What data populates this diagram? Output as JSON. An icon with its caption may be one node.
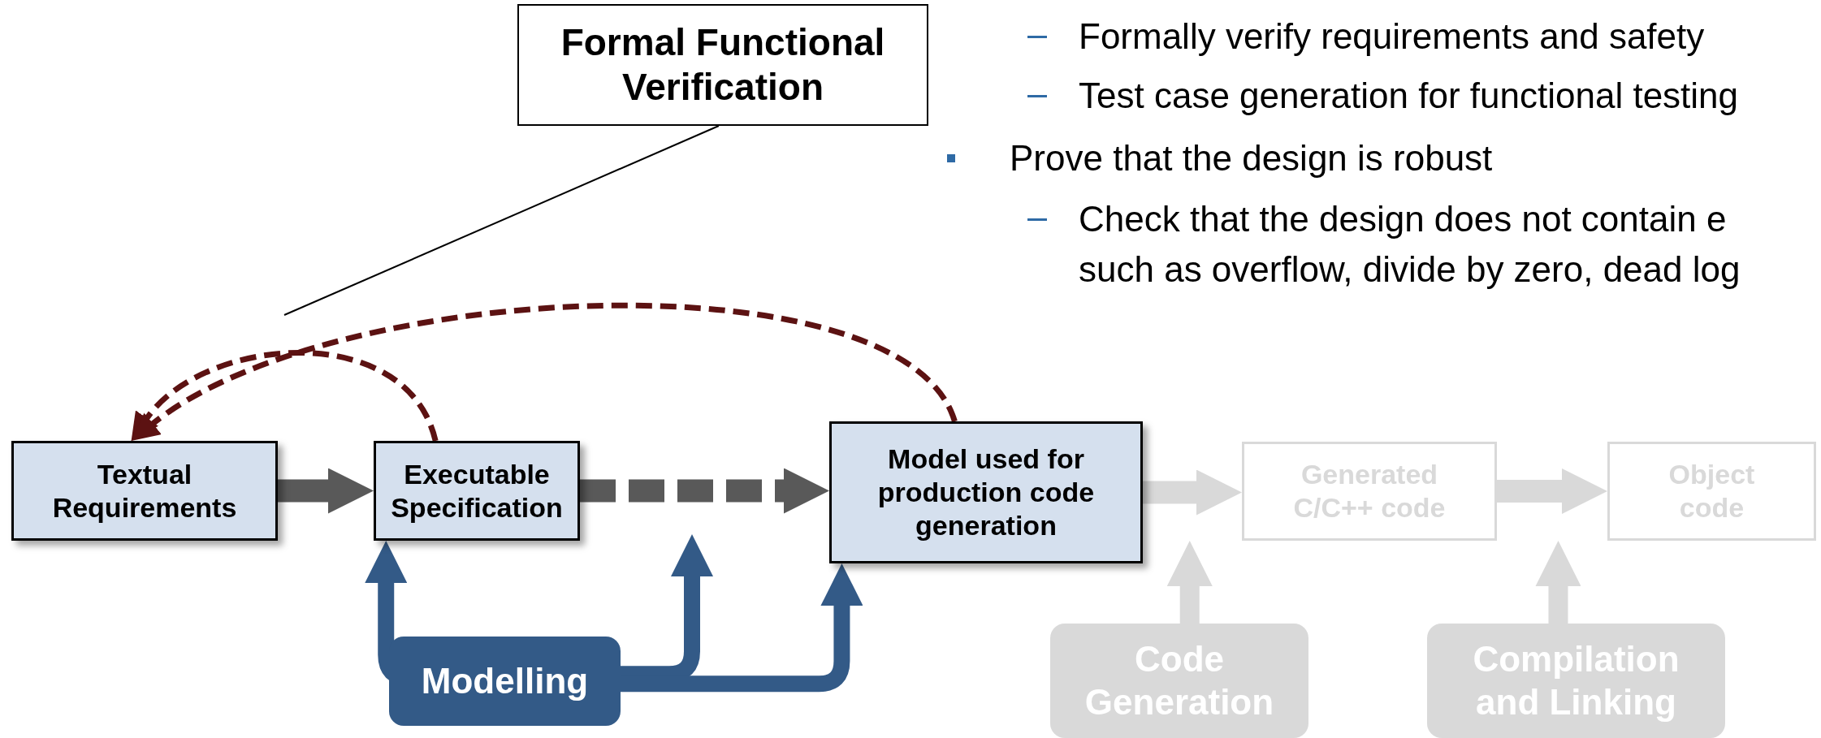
{
  "diagram": {
    "nodes": [
      {
        "text": [
          "Formal Functional Verification"
        ]
      },
      {
        "text": [
          "Textual Requirements"
        ]
      },
      {
        "text": [
          "Executable Specification"
        ]
      },
      {
        "text": [
          "Model used for production code generation"
        ]
      },
      {
        "text": [
          "Generated C/C++ code"
        ]
      },
      {
        "text": [
          "Object code"
        ]
      },
      {
        "text": [
          "Modelling"
        ]
      },
      {
        "text": [
          "Code Generation"
        ]
      },
      {
        "text": [
          "Compilation and Linking"
        ]
      }
    ],
    "edges": [
      {
        "from": 1,
        "to": 2,
        "arrow": "to",
        "color": "#595959"
      },
      {
        "from": 2,
        "to": 3,
        "arrow": "to",
        "style": "dashed",
        "color": "#595959"
      },
      {
        "from": 3,
        "to": 4,
        "arrow": "to",
        "color": "#d9d9d9"
      },
      {
        "from": 4,
        "to": 5,
        "arrow": "to",
        "color": "#d9d9d9"
      },
      {
        "from": 2,
        "to": 1,
        "arrow": "to",
        "style": "dashed",
        "color": "#5c1212"
      },
      {
        "from": 3,
        "to": 1,
        "arrow": "to",
        "style": "dashed",
        "color": "#5c1212"
      },
      {
        "from": 0,
        "to": null,
        "arrow": "none",
        "color": "#000000"
      },
      {
        "from": 6,
        "to": 2,
        "arrow": "to",
        "color": "#335a87"
      },
      {
        "from": 6,
        "to": null,
        "arrow": "to",
        "color": "#335a87"
      },
      {
        "from": 6,
        "to": 3,
        "arrow": "to",
        "color": "#335a87"
      },
      {
        "from": 7,
        "to": 4,
        "arrow": "to",
        "color": "#d9d9d9"
      },
      {
        "from": 8,
        "to": 5,
        "arrow": "to",
        "color": "#d9d9d9"
      }
    ],
    "labels": [
      "Formally verify requirements and safety",
      "Test case generation for functional testing",
      "Prove that the design is robust",
      "Check that the design does not contain e such as overflow, divide by zero, dead log"
    ]
  }
}
